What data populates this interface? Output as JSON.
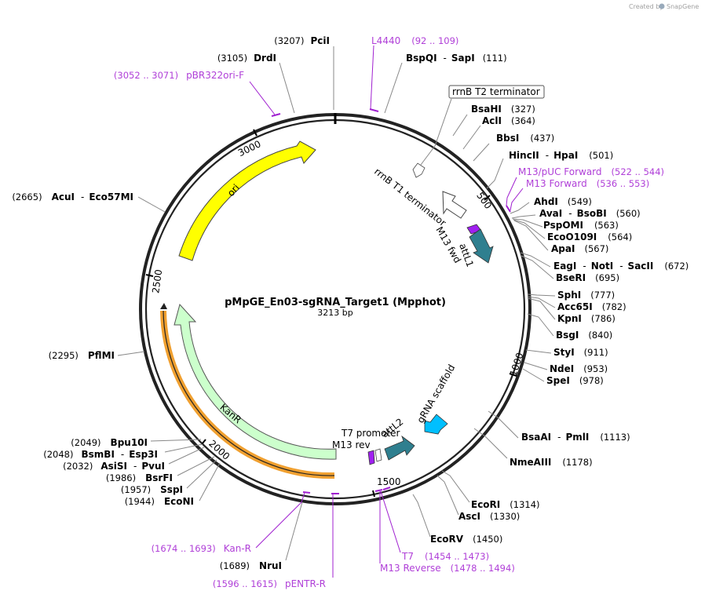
{
  "branding": {
    "created_by": "Created by",
    "app": "SnapGene"
  },
  "plasmid": {
    "name": "pMpGE_En03-sgRNA_Target1 (Mpphot)",
    "size_label": "3213 bp"
  },
  "ticks": [
    "500",
    "1000",
    "1500",
    "2000",
    "2500",
    "3000"
  ],
  "features": [
    {
      "label": "ori",
      "color": "#ffff00"
    },
    {
      "label": "KanR",
      "color": "#ccffcc"
    },
    {
      "label": "rrnB T1 terminator",
      "color": "#ffffff"
    },
    {
      "label": "M13 fwd",
      "color": "#a020f0"
    },
    {
      "label": "attL1",
      "color": "#2f7f8f"
    },
    {
      "label": "gRNA scaffold",
      "color": "#00bfff"
    },
    {
      "label": "attL2",
      "color": "#2f7f8f"
    },
    {
      "label": "T7 promoter",
      "color": "#ffffff"
    },
    {
      "label": "M13 rev",
      "color": "#a020f0"
    },
    {
      "label": "rrnB T2 terminator",
      "color": "#ffffff"
    }
  ],
  "sites": [
    {
      "pos": "(3207)",
      "name": "PciI"
    },
    {
      "pos": "(3105)",
      "name": "DrdI"
    },
    {
      "name": "BspQI",
      "sep": "-",
      "name2": "SapI",
      "pos": "(111)"
    },
    {
      "name": "BsaHI",
      "pos": "(327)"
    },
    {
      "name": "AclI",
      "pos": "(364)"
    },
    {
      "name": "BbsI",
      "pos": "(437)"
    },
    {
      "name": "HincII",
      "sep": "-",
      "name2": "HpaI",
      "pos": "(501)"
    },
    {
      "name": "AhdI",
      "pos": "(549)"
    },
    {
      "name": "AvaI",
      "sep": "-",
      "name2": "BsoBI",
      "pos": "(560)"
    },
    {
      "name": "PspOMI",
      "pos": "(563)"
    },
    {
      "name": "EcoO109I",
      "pos": "(564)"
    },
    {
      "name": "ApaI",
      "pos": "(567)"
    },
    {
      "name": "EagI",
      "sep": "-",
      "name2": "NotI",
      "sep2": "-",
      "name3": "SacII",
      "pos": "(672)"
    },
    {
      "name": "BseRI",
      "pos": "(695)"
    },
    {
      "name": "SphI",
      "pos": "(777)"
    },
    {
      "name": "Acc65I",
      "pos": "(782)"
    },
    {
      "name": "KpnI",
      "pos": "(786)"
    },
    {
      "name": "BsgI",
      "pos": "(840)"
    },
    {
      "name": "StyI",
      "pos": "(911)"
    },
    {
      "name": "NdeI",
      "pos": "(953)"
    },
    {
      "name": "SpeI",
      "pos": "(978)"
    },
    {
      "name": "BsaAI",
      "sep": "-",
      "name2": "PmlI",
      "pos": "(1113)"
    },
    {
      "name": "NmeAIII",
      "pos": "(1178)"
    },
    {
      "name": "EcoRI",
      "pos": "(1314)"
    },
    {
      "name": "AscI",
      "pos": "(1330)"
    },
    {
      "name": "EcoRV",
      "pos": "(1450)"
    },
    {
      "pos": "(1689)",
      "name": "NruI"
    },
    {
      "pos": "(1944)",
      "name": "EcoNI"
    },
    {
      "pos": "(1957)",
      "name": "SspI"
    },
    {
      "pos": "(1986)",
      "name": "BsrFI"
    },
    {
      "pos": "(2032)",
      "name": "AsiSI",
      "sep": "-",
      "name2": "PvuI"
    },
    {
      "pos": "(2048)",
      "name": "BsmBI",
      "sep": "-",
      "name2": "Esp3I"
    },
    {
      "pos": "(2049)",
      "name": "Bpu10I"
    },
    {
      "pos": "(2295)",
      "name": "PflMI"
    },
    {
      "pos": "(2665)",
      "name": "AcuI",
      "sep": "-",
      "name2": "Eco57MI"
    }
  ],
  "primers": [
    {
      "name": "L4440",
      "range": "(92 .. 109)"
    },
    {
      "range": "(3052 .. 3071)",
      "name": "pBR322ori-F"
    },
    {
      "name": "M13/pUC Forward",
      "range": "(522 .. 544)"
    },
    {
      "name": "M13 Forward",
      "range": "(536 .. 553)"
    },
    {
      "name": "T7",
      "range": "(1454 .. 1473)"
    },
    {
      "name": "M13 Reverse",
      "range": "(1478 .. 1494)"
    },
    {
      "range": "(1674 .. 1693)",
      "name": "Kan-R"
    },
    {
      "range": "(1596 .. 1615)",
      "name": "pENTR-R"
    }
  ]
}
